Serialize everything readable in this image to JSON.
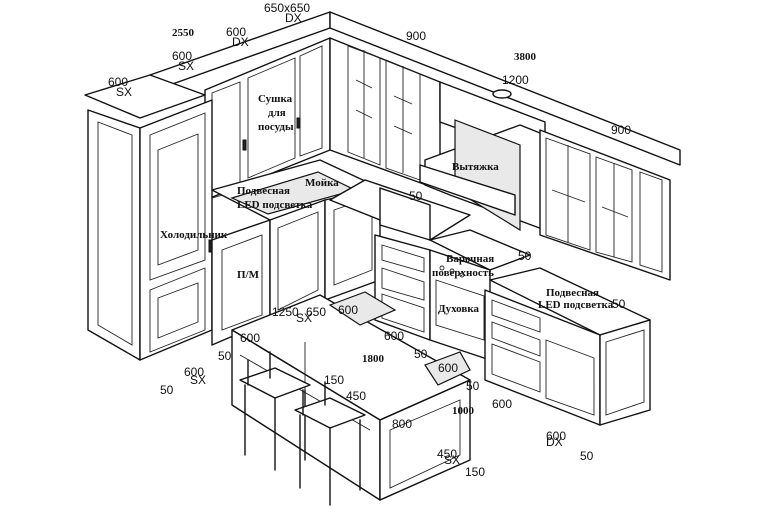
{
  "dimensions": [
    "650x650",
    "DX",
    "2550",
    "600",
    "DX",
    "600",
    "SX",
    "600",
    "SX",
    "900",
    "3800",
    "1200",
    "900",
    "50",
    "50",
    "50",
    "600",
    "SX",
    "50",
    "1250",
    "SX",
    "650",
    "600",
    "600",
    "1800",
    "600",
    "50",
    "150",
    "450",
    "800",
    "1000",
    "50",
    "600",
    "600",
    "DX",
    "50",
    "450",
    "SX",
    "150",
    "600",
    "50"
  ],
  "labels": {
    "dish_dryer": [
      "Сушка",
      "для",
      "посуды"
    ],
    "sink": "Мойка",
    "led_left": [
      "Подвесная",
      "LED подсветка"
    ],
    "fridge": "Холодильник",
    "dishwasher": "П/М",
    "hood": "Вытяжка",
    "cooktop": [
      "Варочная",
      "поверхность"
    ],
    "oven": "Духовка",
    "led_right": [
      "Подвесная",
      "LED подсветка"
    ]
  }
}
